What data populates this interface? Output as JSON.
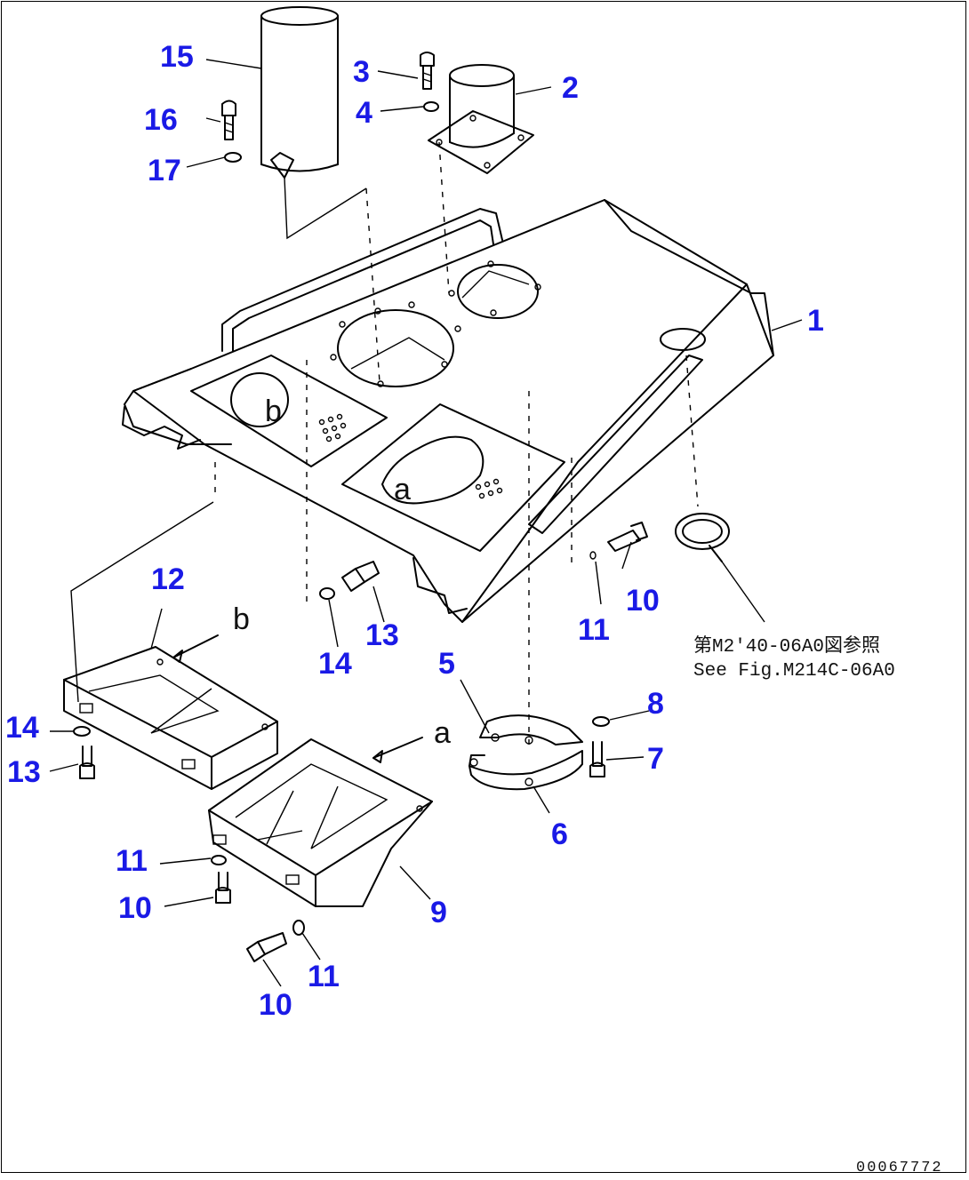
{
  "callouts": {
    "c1": "1",
    "c2": "2",
    "c3": "3",
    "c4": "4",
    "c5": "5",
    "c6": "6",
    "c7": "7",
    "c8": "8",
    "c9": "9",
    "c10a": "10",
    "c10b": "10",
    "c10c": "10",
    "c11a": "11",
    "c11b": "11",
    "c11c": "11",
    "c12": "12",
    "c13a": "13",
    "c13b": "13",
    "c14a": "14",
    "c14b": "14",
    "c15": "15",
    "c16": "16",
    "c17": "17"
  },
  "view_refs": {
    "a_main": "a",
    "b_main": "b",
    "a_box": "a",
    "b_box": "b"
  },
  "reference": {
    "japanese": "第M2'40-06A0図参照",
    "english": "See Fig.M214C-06A0"
  },
  "drawing_number": "00067772"
}
